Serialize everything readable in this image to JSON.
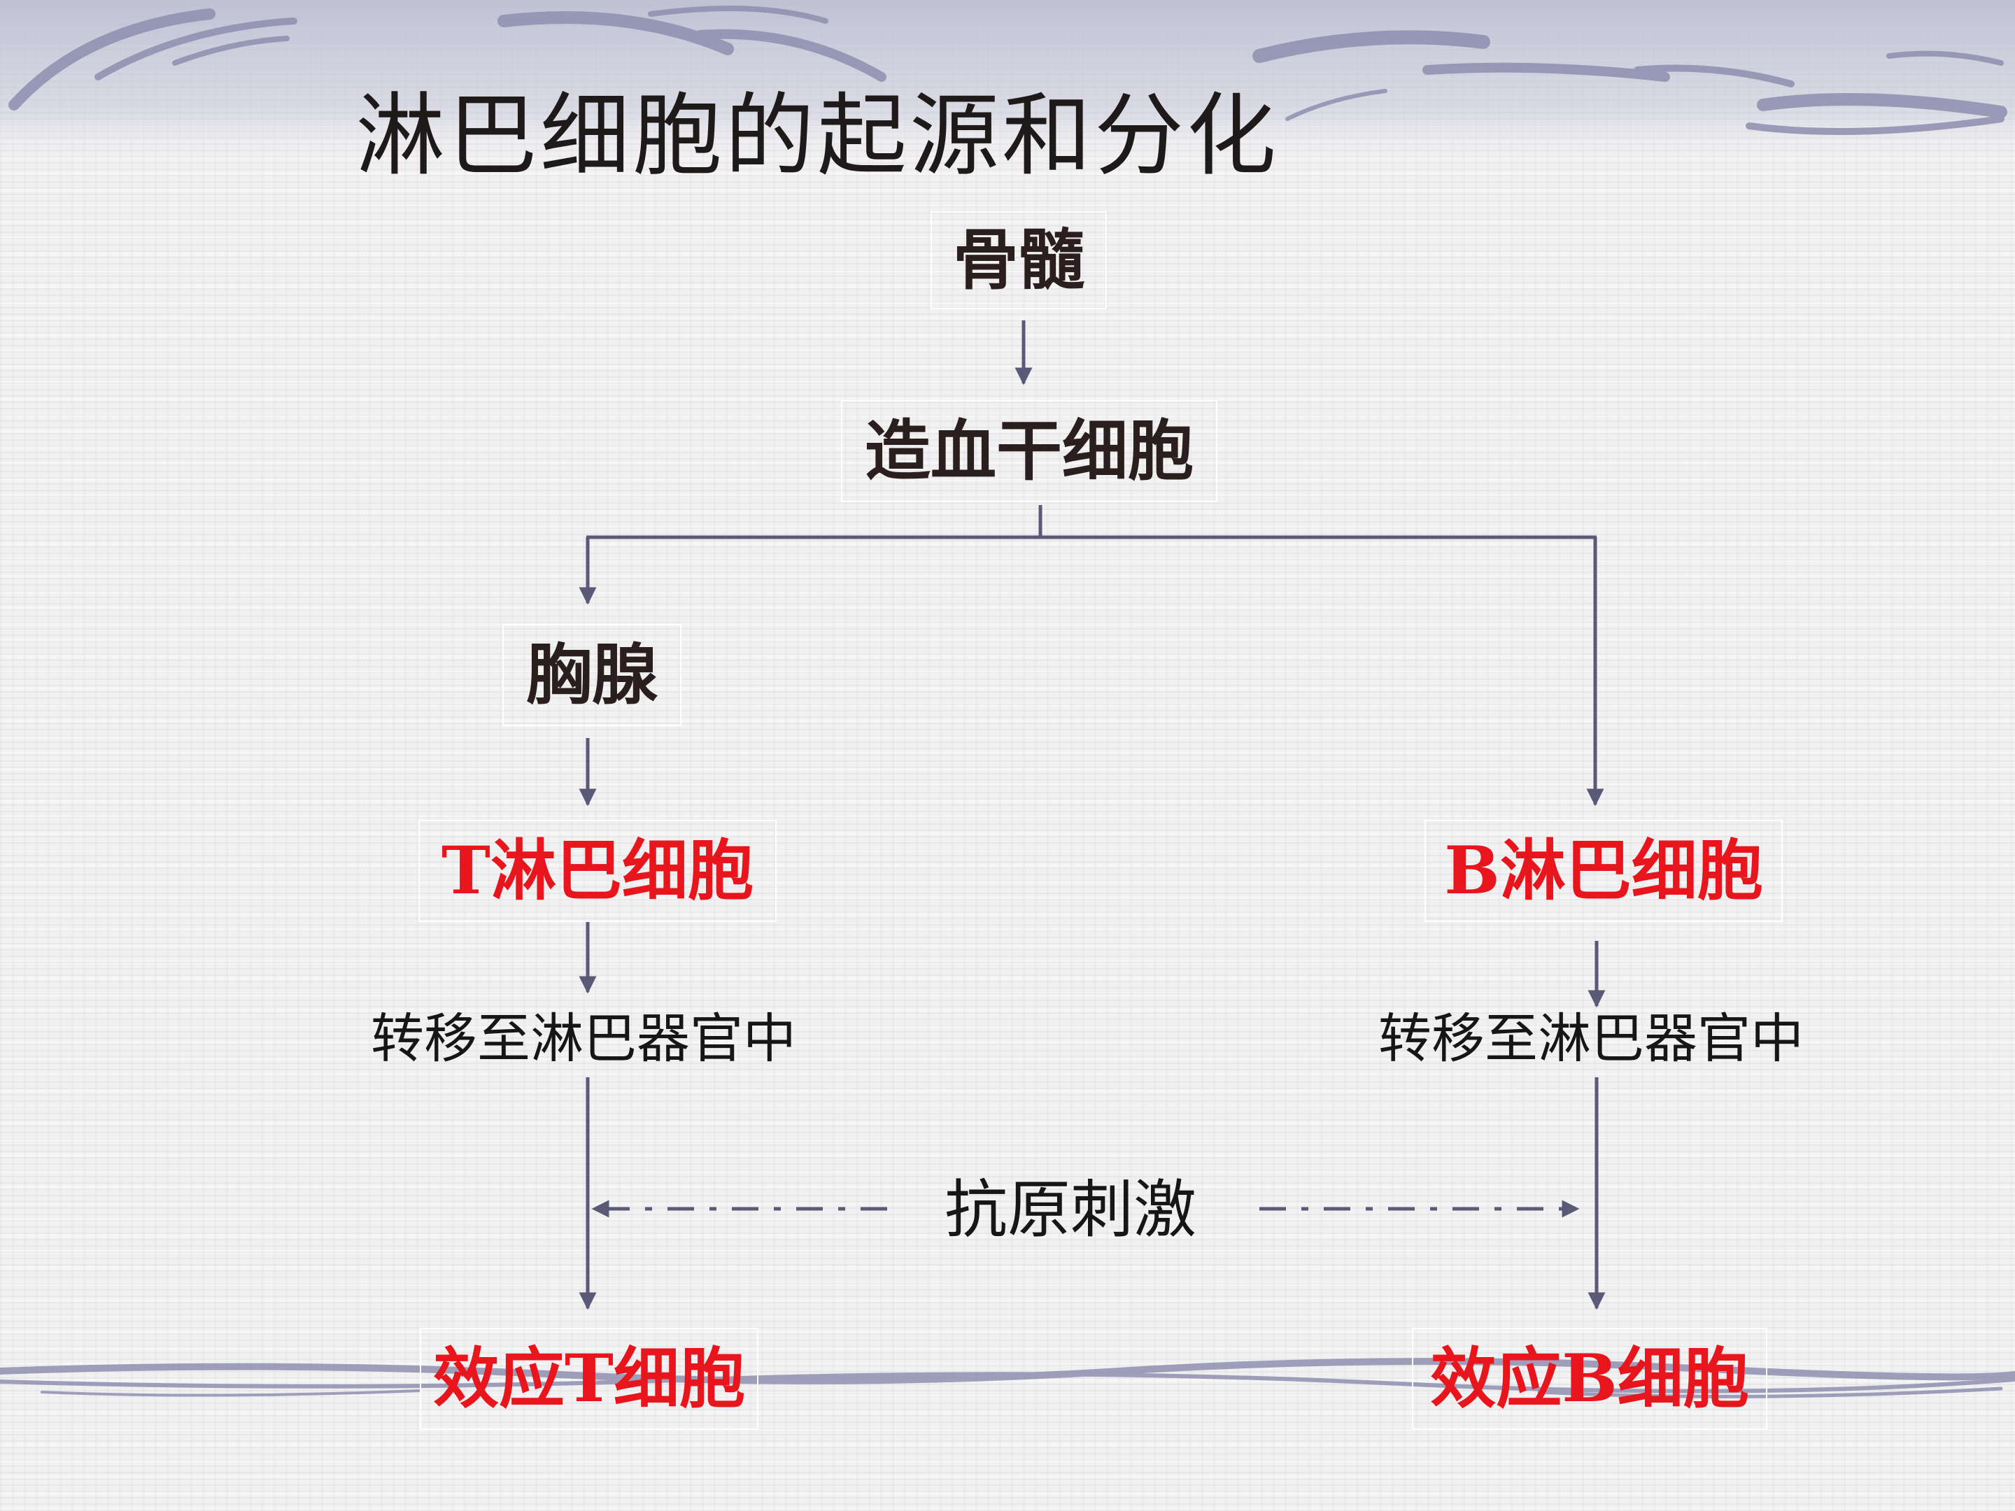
{
  "title": "淋巴细胞的起源和分化",
  "nodes": {
    "bone_marrow": "骨髓",
    "hsc": "造血干细胞",
    "thymus": "胸腺",
    "t_cell": "T淋巴细胞",
    "b_cell": "B淋巴细胞",
    "effector_t": "效应T细胞",
    "effector_b": "效应B细胞"
  },
  "labels": {
    "migrate_left": "转移至淋巴器官中",
    "migrate_right": "转移至淋巴器官中",
    "antigen": "抗原刺激"
  },
  "colors": {
    "text_dark": "#2b1e1e",
    "text_red": "#e8161c",
    "line": "#5a5a78",
    "decor": "#9a9ab8"
  }
}
